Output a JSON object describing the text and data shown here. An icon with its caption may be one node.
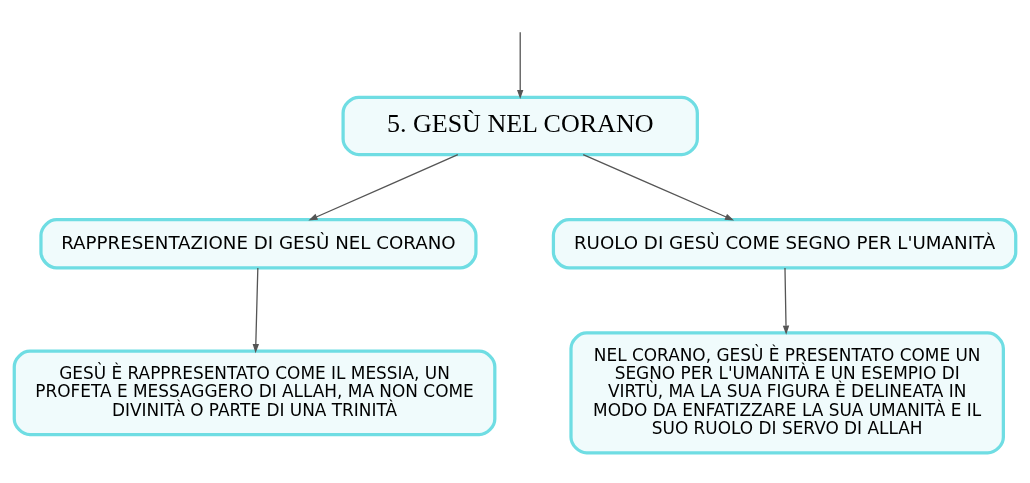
{
  "diagram": {
    "nodes": [
      {
        "text": [
          "5. GESÙ NEL CORANO"
        ]
      },
      {
        "text": [
          "RAPPRESENTAZIONE DI GESÙ NEL CORANO"
        ]
      },
      {
        "text": [
          "RUOLO DI GESÙ COME SEGNO PER L'UMANITÀ"
        ]
      },
      {
        "text": [
          "GESÙ È RAPPRESENTATO COME IL MESSIA, UN PROFETA E MESSAGGERO DI ALLAH, MA NON COME DIVINITÀ O PARTE DI UNA TRINITÀ"
        ]
      },
      {
        "text": [
          "NEL CORANO, GESÙ È PRESENTATO COME UN SEGNO PER L'UMANITÀ E UN ESEMPIO DI VIRTÙ, MA LA SUA FIGURA È DELINEATA IN MODO DA ENFATIZZARE LA SUA UMANITÀ E IL SUO RUOLO DI SERVO DI ALLAH"
        ]
      }
    ],
    "edges": [
      {
        "from": null,
        "to": 0,
        "arrow": "to"
      },
      {
        "from": 0,
        "to": 1,
        "arrow": "to"
      },
      {
        "from": 0,
        "to": 2,
        "arrow": "to"
      },
      {
        "from": 1,
        "to": 3,
        "arrow": "to"
      },
      {
        "from": 2,
        "to": 4,
        "arrow": "to"
      }
    ]
  }
}
